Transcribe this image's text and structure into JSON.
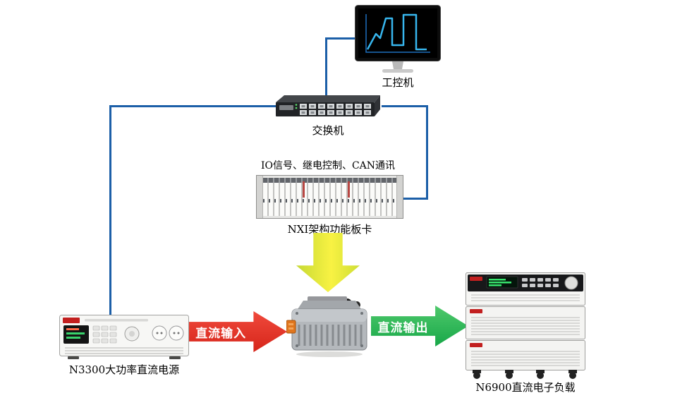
{
  "nodes": {
    "ipc": {
      "label": "工控机"
    },
    "switch": {
      "label": "交换机"
    },
    "nxi": {
      "caption": "IO信号、继电控制、CAN通讯",
      "label": "NXI架构功能板卡"
    },
    "psu": {
      "label": "N3300大功率直流电源"
    },
    "load": {
      "label": "N6900直流电子负载"
    }
  },
  "arrows": {
    "dc_input": {
      "label": "直流输入",
      "color": "#d6251a"
    },
    "dc_output": {
      "label": "直流输出",
      "color": "#17a748"
    },
    "control_down": {
      "color": "#e9ea3d"
    }
  },
  "connectors": {
    "color": "#1c5fa8"
  }
}
